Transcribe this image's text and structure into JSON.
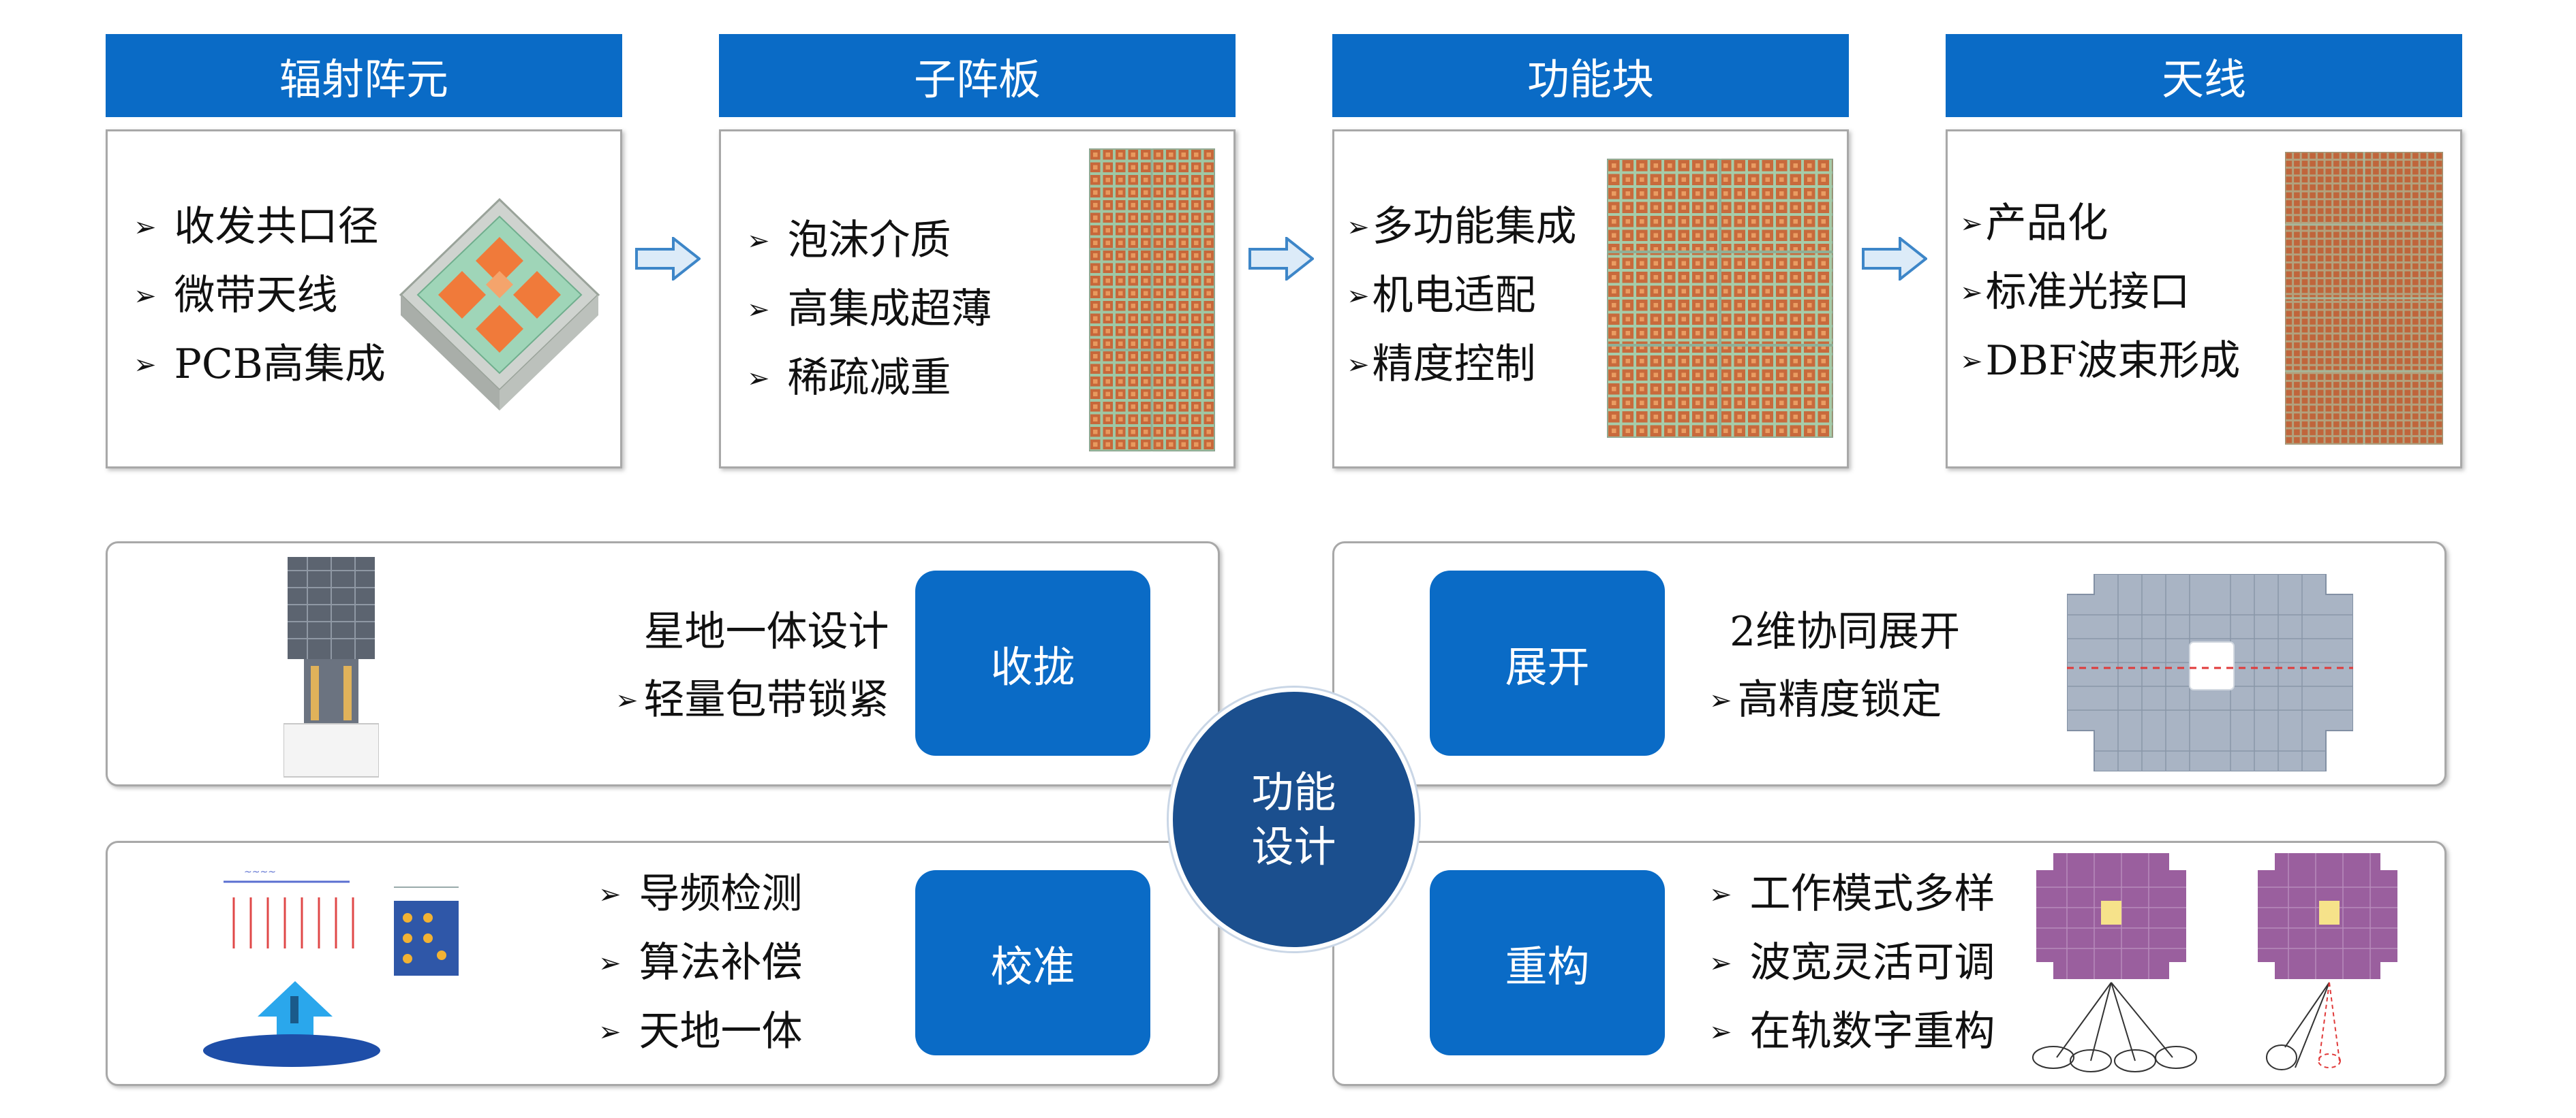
{
  "stages": [
    {
      "title": "辐射阵元",
      "bullets": [
        "收发共口径",
        "微带天线",
        "PCB高集成"
      ]
    },
    {
      "title": "子阵板",
      "bullets": [
        "泡沫介质",
        "高集成超薄",
        "稀疏减重"
      ]
    },
    {
      "title": "功能块",
      "bullets": [
        "多功能集成",
        "机电适配",
        "精度控制"
      ]
    },
    {
      "title": "天线",
      "bullets": [
        "产品化",
        "标准光接口",
        "DBF波束形成"
      ]
    }
  ],
  "center": {
    "line1": "功能",
    "line2": "设计"
  },
  "panels": {
    "stow": {
      "button": "收拢",
      "lines": [
        "星地一体设计",
        "轻量包带锁紧"
      ]
    },
    "deploy": {
      "button": "展开",
      "lines": [
        "2维协同展开",
        "高精度锁定"
      ]
    },
    "calibrate": {
      "button": "校准",
      "lines": [
        "导频检测",
        "算法补偿",
        "天地一体"
      ]
    },
    "reconfigure": {
      "button": "重构",
      "lines": [
        "工作模式多样",
        "波宽灵活可调",
        "在轨数字重构"
      ]
    }
  },
  "colors": {
    "header_blue": "#0a6bc6",
    "center_navy": "#1b4f8e",
    "arrow_blue": "#3d86c8"
  },
  "icons": [
    "flow-arrow-icon"
  ]
}
